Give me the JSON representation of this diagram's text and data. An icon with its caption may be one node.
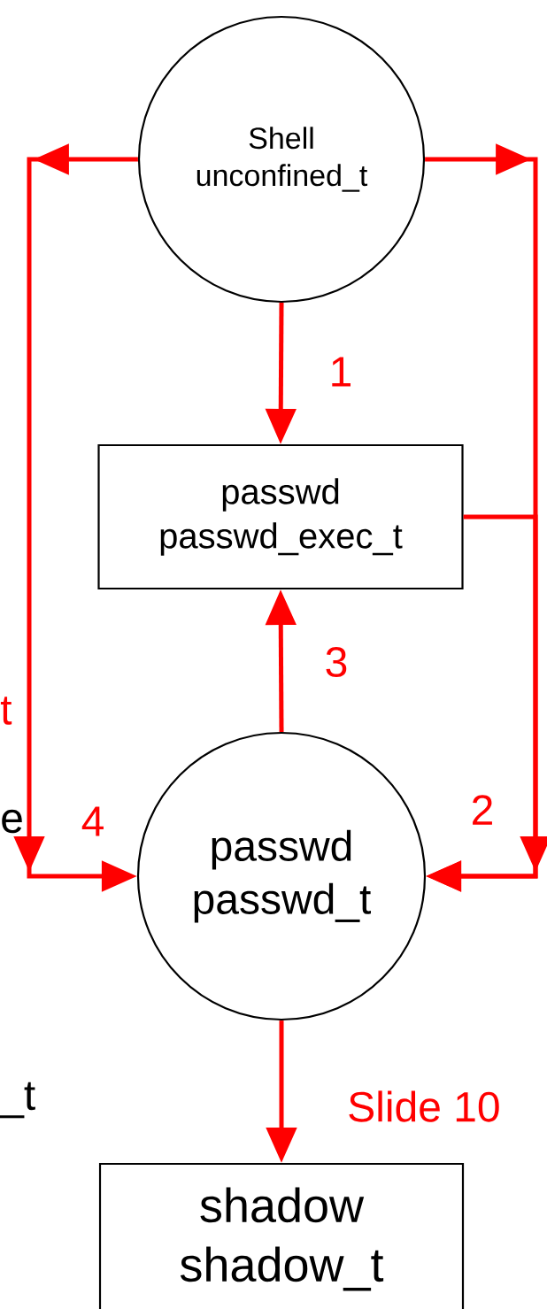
{
  "diagram": {
    "nodes": [
      {
        "text": [
          "Shell",
          "unconfined_t"
        ]
      },
      {
        "text": [
          "passwd",
          "passwd_exec_t"
        ]
      },
      {
        "text": [
          "passwd",
          "passwd_t"
        ]
      },
      {
        "text": [
          "shadow",
          "shadow_t"
        ]
      }
    ],
    "edges": [
      {
        "from": 0,
        "to": 1,
        "arrow": "to",
        "label": "1"
      },
      {
        "from": 0,
        "to": 2,
        "arrow": "to",
        "label": "2"
      },
      {
        "from": 1,
        "to": 2,
        "arrow": "to"
      },
      {
        "from": 2,
        "to": 1,
        "arrow": "to",
        "label": "3"
      },
      {
        "from": 0,
        "to": 2,
        "arrow": "to",
        "label": "4"
      },
      {
        "from": 2,
        "to": 3,
        "arrow": "to"
      }
    ],
    "labels": [
      "t",
      "e",
      "Slide 10",
      "_t"
    ]
  }
}
